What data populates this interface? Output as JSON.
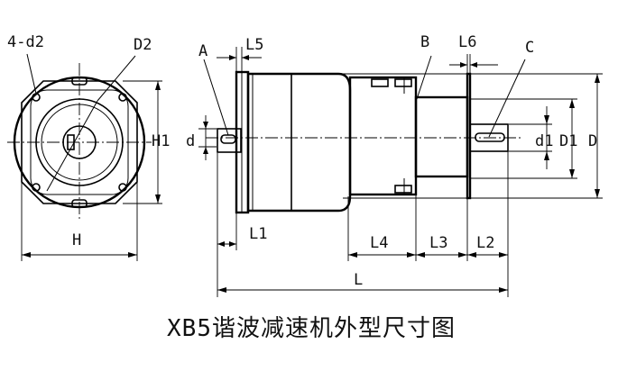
{
  "title": "XB5谐波减速机外型尺寸图",
  "labels": {
    "holes": "4-d2",
    "d2": "D2",
    "h1": "H1",
    "h": "H",
    "d_left": "d",
    "a": "A",
    "l5": "L5",
    "b": "B",
    "l6": "L6",
    "c": "C",
    "l1": "L1",
    "l4": "L4",
    "l3": "L3",
    "l2": "L2",
    "l": "L",
    "d1": "d1",
    "big_d1": "D1",
    "big_d": "D"
  }
}
